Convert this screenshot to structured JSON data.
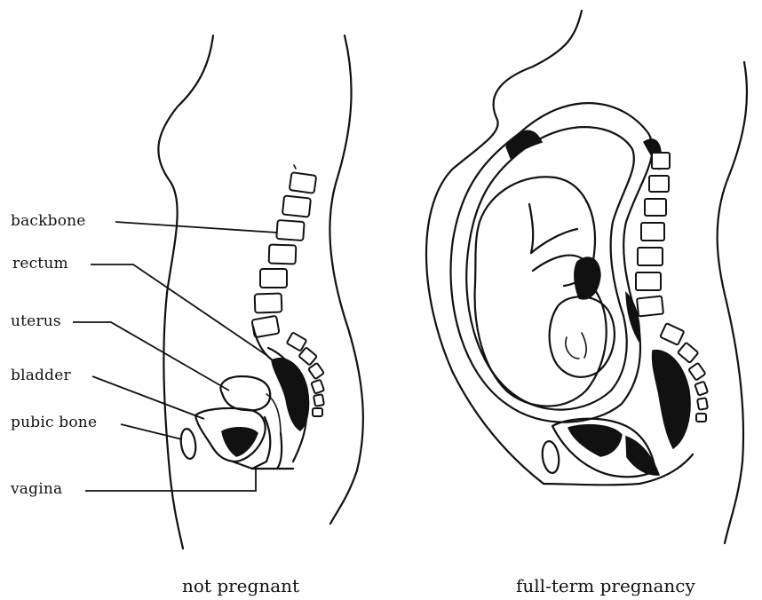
{
  "labels": {
    "backbone": "backbone",
    "rectum": "rectum",
    "uterus": "uterus",
    "bladder": "bladder",
    "pubic_bone": "pubic bone",
    "vagina": "vagina"
  },
  "captions": {
    "not_pregnant": "not pregnant",
    "full_term": "full-term pregnancy"
  },
  "colors": {
    "ink": "#111111",
    "paper": "#ffffff"
  }
}
